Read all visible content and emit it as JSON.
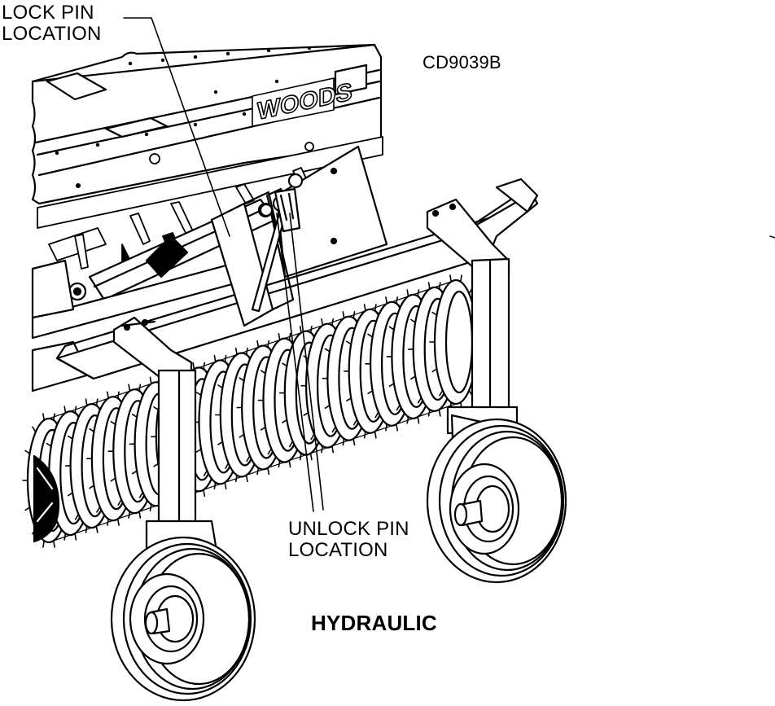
{
  "labels": {
    "lock_pin": [
      "LOCK PIN",
      "LOCATION"
    ],
    "unlock_pin": [
      "UNLOCK PIN",
      "LOCATION"
    ],
    "drawing_code": "CD9039B",
    "title": "HYDRAULIC",
    "brand": "WOODS"
  },
  "colors": {
    "line": "#000000",
    "fill": "#ffffff",
    "shade": "#d9d9d9",
    "dark": "#222222"
  }
}
